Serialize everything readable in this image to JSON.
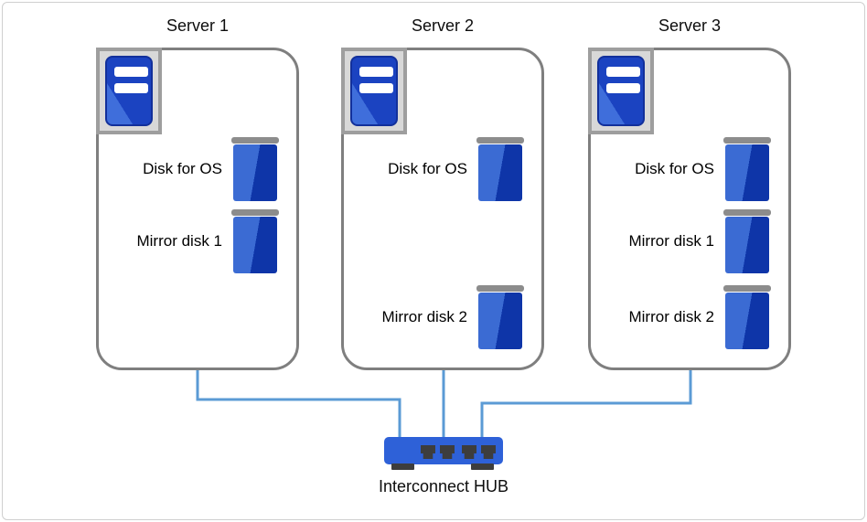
{
  "servers": [
    {
      "title": "Server 1",
      "disks": [
        {
          "label": "Disk for OS"
        },
        {
          "label": "Mirror disk 1"
        }
      ]
    },
    {
      "title": "Server 2",
      "disks": [
        {
          "label": "Disk for OS"
        },
        {
          "label": "Mirror disk 2"
        }
      ]
    },
    {
      "title": "Server 3",
      "disks": [
        {
          "label": "Disk for OS"
        },
        {
          "label": "Mirror disk 1"
        },
        {
          "label": "Mirror disk 2"
        }
      ]
    }
  ],
  "hub": {
    "label": "Interconnect HUB",
    "ports_visible": 4
  },
  "icons": {
    "server": "server-tower-icon",
    "disk": "disk-icon",
    "hub": "hub-icon"
  },
  "colors": {
    "tower_light_blue": "#3f6edb",
    "tower_dark_blue": "#1b43c1",
    "disk_light_blue": "#3b6bd3",
    "disk_dark_blue": "#0e35a8",
    "disk_cap_gray": "#8c8c8c",
    "hub_blue": "#2e61d8",
    "hub_port_dark": "#3d3d3d",
    "connector_blue": "#5b9bd5",
    "box_border_gray": "#7f7f7f",
    "icon_panel_gray": "#d8d8d8"
  }
}
